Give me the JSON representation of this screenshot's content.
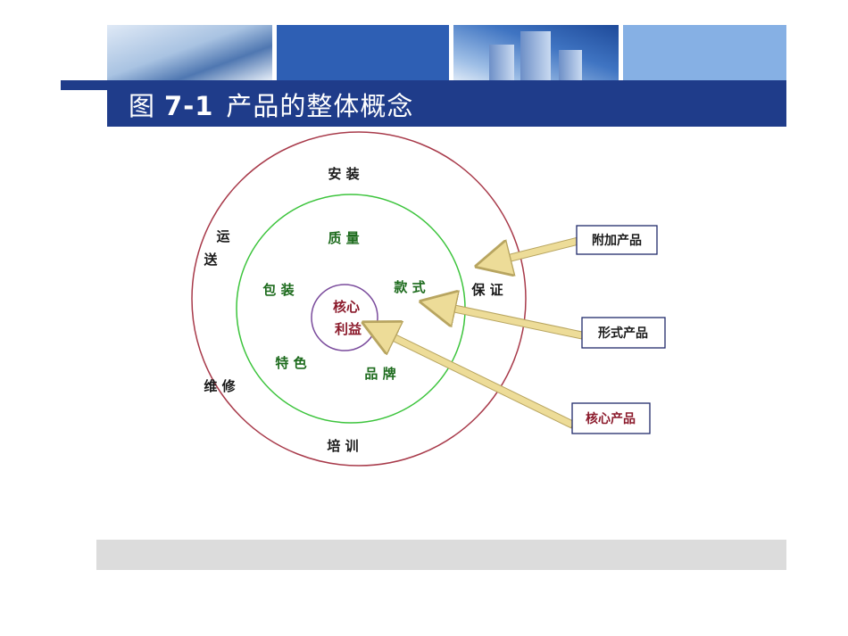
{
  "slide": {
    "title_prefix": "图",
    "title_number": "7-1",
    "title_text": "产品的整体概念"
  },
  "diagram": {
    "outer_ring": {
      "labels": {
        "top": "安 装",
        "left_upper_1": "运",
        "left_upper_2": "送",
        "right": "保 证",
        "left_lower": "维 修",
        "bottom": "培 训"
      },
      "color": "#a83a4a"
    },
    "middle_ring": {
      "labels": {
        "top": "质 量",
        "left": "包 装",
        "right": "款 式",
        "lower_left": "特 色",
        "lower_right": "品 牌"
      },
      "color": "#3cc43c"
    },
    "core": {
      "line1": "核心",
      "line2": "利益",
      "color": "#7a4b9c"
    },
    "callouts": [
      {
        "label": "附加产品",
        "color": "#1a1a1a"
      },
      {
        "label": "形式产品",
        "color": "#1a1a1a"
      },
      {
        "label": "核心产品",
        "color": "#8b1a2b"
      }
    ],
    "arrow_color": "#eddc98"
  }
}
